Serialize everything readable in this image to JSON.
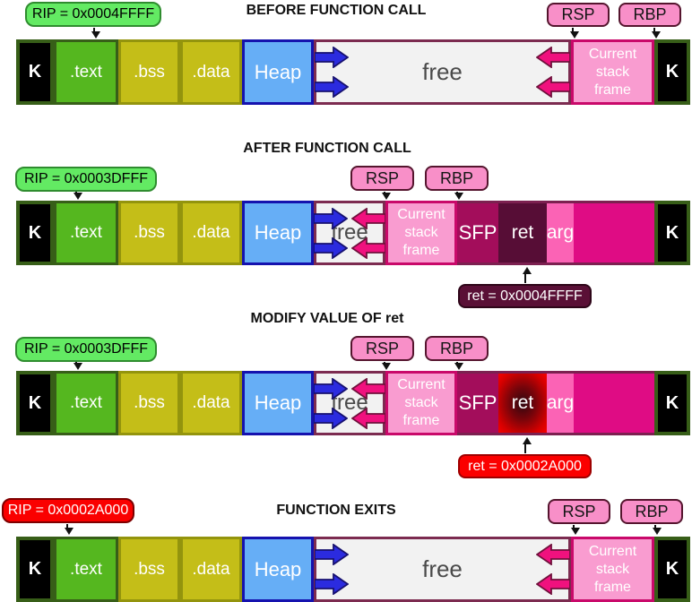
{
  "rows": [
    {
      "title": "BEFORE FUNCTION CALL",
      "rip": "RIP = 0x0004FFFF"
    },
    {
      "title": "AFTER FUNCTION CALL",
      "rip": "RIP = 0x0003DFFF",
      "ret_note": "ret = 0x0004FFFF"
    },
    {
      "title": "MODIFY VALUE OF ret",
      "rip": "RIP = 0x0003DFFF",
      "ret_note": "ret = 0x0002A000"
    },
    {
      "title": "FUNCTION EXITS",
      "rip": "RIP = 0x0002A000"
    }
  ],
  "registers": {
    "rsp": "RSP",
    "rbp": "RBP"
  },
  "segments": {
    "kernel": "K",
    "text": ".text",
    "bss": ".bss",
    "data": ".data",
    "heap": "Heap",
    "free": "free",
    "stack_frame": "Current stack frame",
    "sfp": "SFP",
    "ret": "ret",
    "arg": "arg"
  },
  "colors": {
    "rip_ok_green": "#63EA63",
    "rip_bad_red": "#FA0000",
    "register_pink": "#F88FC8",
    "text_green": "#55B71F",
    "bss_data_yellow": "#C4BE18",
    "heap_blue": "#66AEF6",
    "free_gray": "#F2F2F2",
    "stack_frame_pink": "#F99CD0",
    "sfp_crimson": "#A30D5B",
    "ret_dark_maroon": "#570D36",
    "arg_hot_pink": "#FB63B5",
    "prev_frame_magenta": "#DF0C84",
    "heap_arrow_blue": "#2B2BDF",
    "stack_arrow_pink": "#F0117E"
  }
}
